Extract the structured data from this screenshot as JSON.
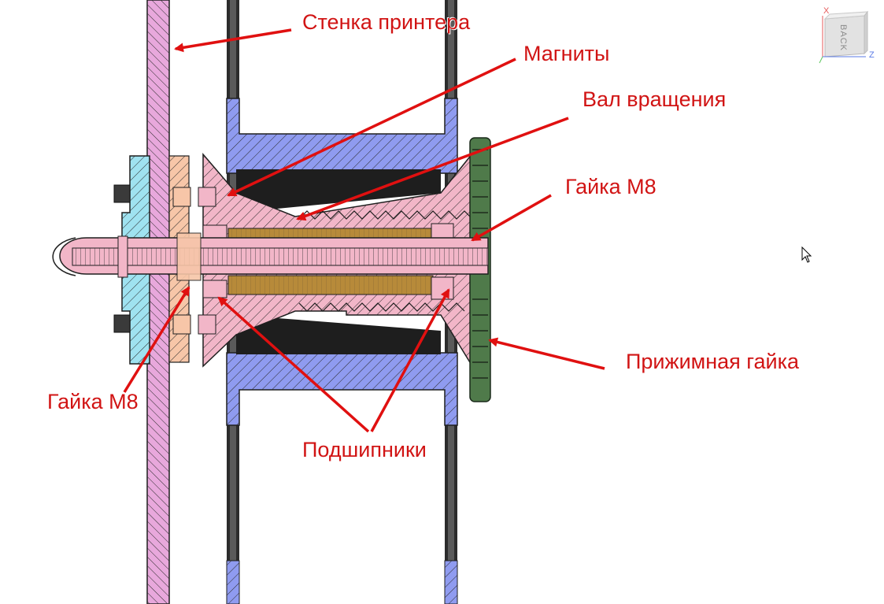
{
  "labels": {
    "printer_wall": "Стенка принтера",
    "magnets": "Магниты",
    "rotation_shaft": "Вал вращения",
    "nut_m8_right": "Гайка М8",
    "clamp_nut": "Прижимная гайка",
    "nut_m8_left": "Гайка М8",
    "bearings": "Подшипники"
  },
  "viewcube": {
    "face_label": "BACK",
    "axis_x": "X",
    "axis_z": "Z"
  },
  "colors": {
    "label_text": "#d11414",
    "arrow": "#e01010",
    "wall": "#e8a8dc",
    "spool": "#8f9bf0",
    "hub": "#f2b6c8",
    "bracket": "#9fe2f0",
    "washer": "#f7c6a8",
    "bearing": "#b78a3a",
    "magnet": "#222222",
    "clamp_nut": "#4f7a4a"
  }
}
